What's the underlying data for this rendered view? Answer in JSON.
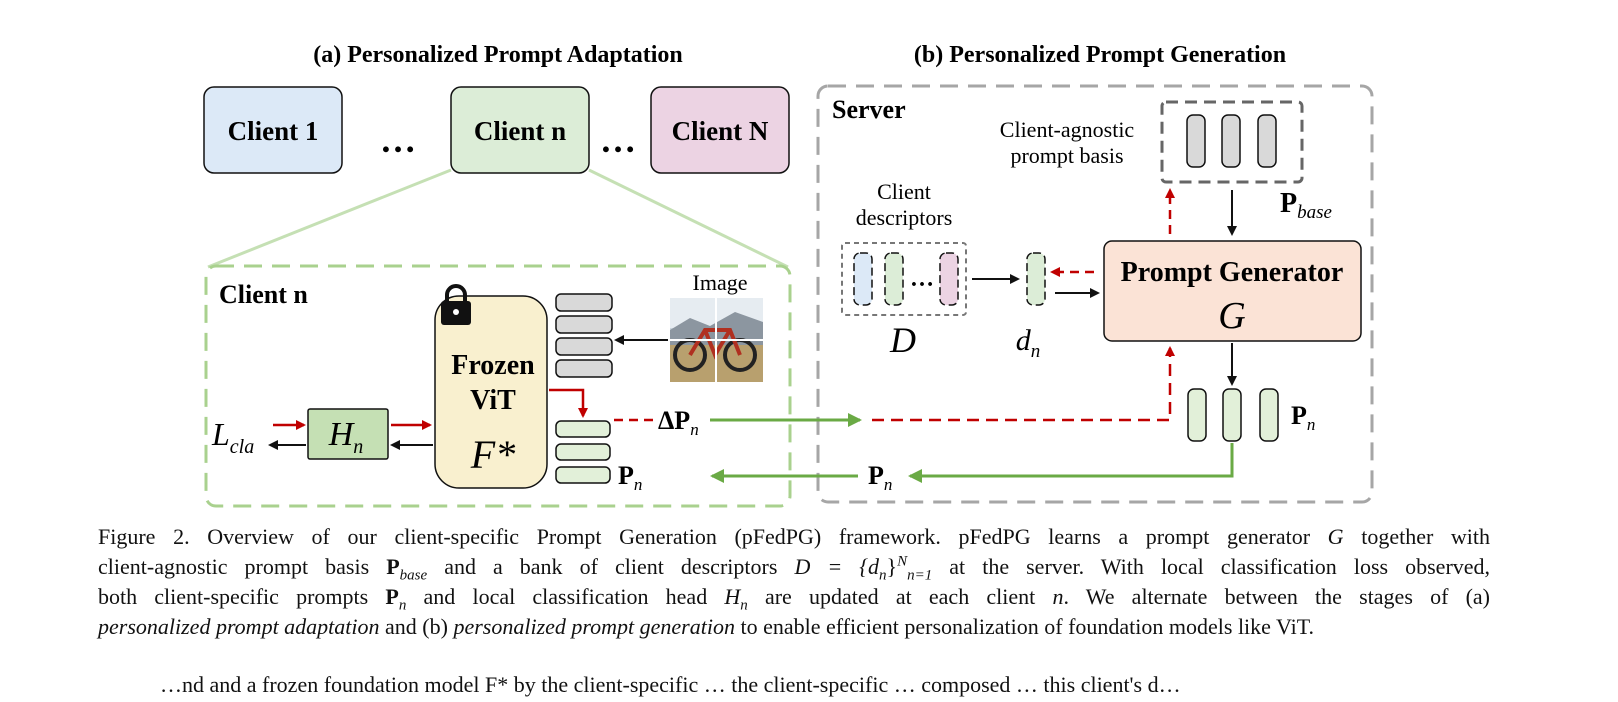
{
  "panel_a_title": "(a) Personalized Prompt Adaptation",
  "panel_b_title": "(b) Personalized Prompt Generation",
  "clients": [
    {
      "label": "Client 1",
      "color": "#dce9f7"
    },
    {
      "label": "Client n",
      "color": "#dcedd7"
    },
    {
      "label": "Client N",
      "color": "#ecd3e3"
    }
  ],
  "ellipsis": "…",
  "client_detail_label": "Client n",
  "frozen_label_1": "Frozen",
  "frozen_label_2": "ViT",
  "frozen_symbol": "F*",
  "head_symbol": "H",
  "head_sub": "n",
  "loss_symbol": "L",
  "loss_sub": "cla",
  "image_label": "Image",
  "delta_p": {
    "prefix": "ΔP",
    "sub": "n"
  },
  "p_n": {
    "main": "P",
    "sub": "n"
  },
  "server_label": "Server",
  "basis_label_1": "Client-agnostic",
  "basis_label_2": "prompt basis",
  "p_base": {
    "main": "P",
    "sub": "base"
  },
  "descriptors_label_1": "Client",
  "descriptors_label_2": "descriptors",
  "d_symbol": "D",
  "dn_symbol": {
    "main": "d",
    "sub": "n"
  },
  "generator_label": "Prompt Generator",
  "generator_symbol": "G",
  "colors": {
    "green_arrow": "#6aaa45",
    "red_arrow": "#c00000",
    "dashed_green": "#a9d18e",
    "dashed_gray": "#a6a6a6",
    "generator_fill": "#fbe3d6",
    "vit_fill": "#f9f0cf",
    "head_fill": "#c5e0b4",
    "prompt_fill": "#e2f0d9",
    "token_fill": "#d9d9d9"
  },
  "caption": {
    "lead": "Figure 2. Overview of our client-specific Prompt Generation (pFedPG) framework. pFedPG learns a prompt generator",
    "g": "G",
    "l1_end": "together with",
    "l2_a": "client-agnostic prompt basis",
    "l2_pbase": "P",
    "l2_pbase_sub": "base",
    "l2_b": "and a bank of client descriptors",
    "l2_set": "D = {d",
    "l2_set_sub": "n",
    "l2_set_close": "}",
    "l2_set_sup": "N",
    "l2_set_sub2": "n=1",
    "l2_c": "at the server. With local classification loss observed,",
    "l3_a": "both client-specific prompts",
    "l3_pn": "P",
    "l3_pn_sub": "n",
    "l3_b": "and local classification head",
    "l3_hn": "H",
    "l3_hn_sub": "n",
    "l3_c": "are updated at each client",
    "l3_n": "n",
    "l3_d": ". We alternate between the stages of (a)",
    "l4_a": "personalized prompt adaptation",
    "l4_b": "and (b)",
    "l4_c": "personalized prompt generation",
    "l4_d": "to enable efficient personalization of foundation models like ViT."
  },
  "cut_off_text": "…nd and a frozen foundation model F* by the client-specific … the client-specific … composed … this client's d…"
}
